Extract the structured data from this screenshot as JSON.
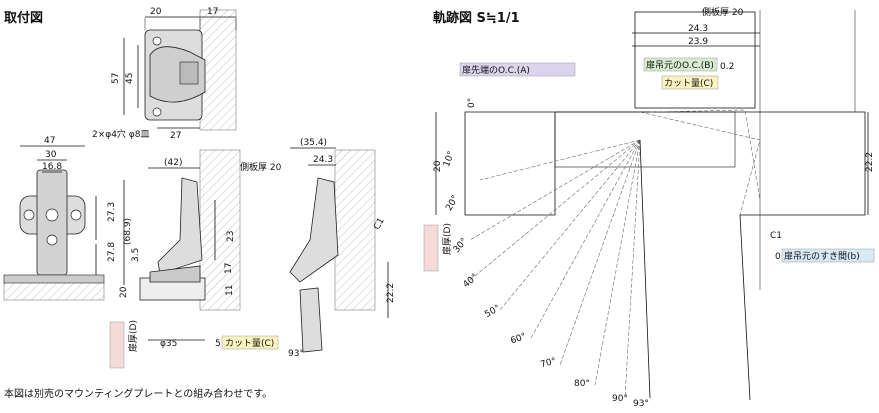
{
  "titles": {
    "left": "取付図",
    "right": "軌跡図 S≒1/1"
  },
  "footer_note": "本図は別売のマウンティングプレートとの組み合わせです。",
  "top_view": {
    "dims": [
      "20",
      "17",
      "57",
      "45",
      "27"
    ],
    "hole_note": "2×φ4穴 φ8皿"
  },
  "front_view": {
    "dims": [
      "47",
      "30",
      "16.8",
      "27.3",
      "27.8"
    ]
  },
  "side_view": {
    "dims": [
      "(42)",
      "(68.9)",
      "3.5",
      "20",
      "23",
      "17",
      "11",
      "φ35",
      "5"
    ],
    "side_thickness": "側板厚 20",
    "cut_amount": "カット量(C)",
    "door_thickness": "扉厚(D)"
  },
  "open_view": {
    "dims": [
      "(35.4)",
      "24.3",
      "22.2",
      "93°"
    ],
    "c1": "C1"
  },
  "trajectory": {
    "side_thickness": "側板厚 20",
    "dims": [
      "24.3",
      "23.9",
      "0.2",
      "22.2",
      "20",
      "0"
    ],
    "labels": {
      "door_tip_oc": "扉先端のO.C.(A)",
      "hinge_oc": "扉吊元のO.C.(B)",
      "cut": "カット量(C)",
      "door_thickness": "扉厚(D)",
      "hinge_gap": "扉吊元のすき間(b)",
      "c1": "C1"
    },
    "angles": [
      "0°",
      "10°",
      "20°",
      "30°",
      "40°",
      "50°",
      "60°",
      "70°",
      "80°",
      "90°",
      "93°"
    ]
  },
  "colors": {
    "purple_box": "#dcd4ec",
    "green_box": "#d8ecd0",
    "yellow_box": "#fbf3bf",
    "pink_box": "#f6d9d9",
    "blue_box": "#d6e9f5"
  }
}
